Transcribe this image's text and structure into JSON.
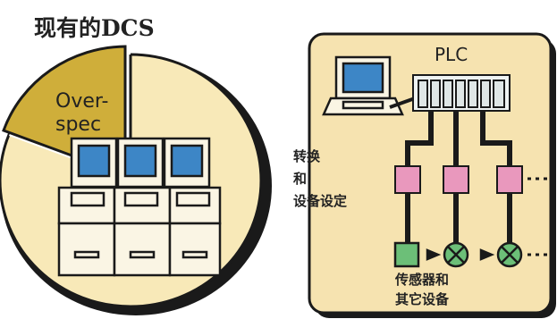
{
  "left_panel": {
    "title": "现有的DCS",
    "overspec_label_line1": "Over-",
    "overspec_label_line2": "spec"
  },
  "right_panel": {
    "plc_label": "PLC",
    "convert_label_line1": "转换",
    "convert_label_line2": "和",
    "convert_label_line3": "设备设定",
    "sensors_label_line1": "传感器和",
    "sensors_label_line2": "其它设备"
  },
  "colors": {
    "pie_fill": "#f8e9b8",
    "overspec_fill": "#cfae3a",
    "panel_fill": "#f6e3b0",
    "console_fill": "#faf5e4",
    "screen_fill": "#3d86c6",
    "module_fill": "#e998bd",
    "sensor_green": "#6cbf78",
    "outline": "#1a1a1a"
  }
}
